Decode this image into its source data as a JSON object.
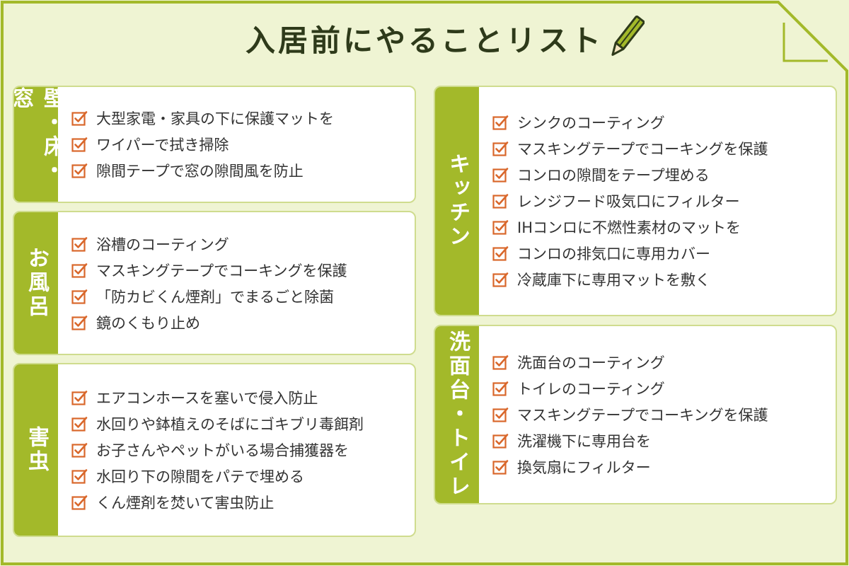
{
  "title": "入居前にやることリスト",
  "colors": {
    "background": "#eff4d3",
    "accent": "#a3b92a",
    "card_border": "#cfdc8e",
    "check": "#d9672b",
    "text": "#333333"
  },
  "icons": {
    "item": "checkbox-check-icon",
    "title": "pencil-icon"
  },
  "sections": {
    "wall": {
      "label": "壁・床・窓",
      "items": [
        "大型家電・家具の下に保護マットを",
        "ワイパーで拭き掃除",
        "隙間テープで窓の隙間風を防止"
      ]
    },
    "bath": {
      "label": "お風呂",
      "items": [
        "浴槽のコーティング",
        "マスキングテープでコーキングを保護",
        "「防カビくん煙剤」でまるごと除菌",
        "鏡のくもり止め"
      ]
    },
    "pest": {
      "label": "害虫",
      "items": [
        "エアコンホースを塞いで侵入防止",
        "水回りや鉢植えのそばにゴキブリ毒餌剤",
        "お子さんやペットがいる場合捕獲器を",
        "水回り下の隙間をパテで埋める",
        "くん煙剤を焚いて害虫防止"
      ]
    },
    "kitchen": {
      "label": "キッチン",
      "items": [
        "シンクのコーティング",
        "マスキングテープでコーキングを保護",
        "コンロの隙間をテープ埋める",
        "レンジフード吸気口にフィルター",
        "IHコンロに不燃性素材のマットを",
        "コンロの排気口に専用カバー",
        "冷蔵庫下に専用マットを敷く"
      ]
    },
    "washroom": {
      "label": "洗面台・トイレ",
      "items": [
        "洗面台のコーティング",
        "トイレのコーティング",
        "マスキングテープでコーキングを保護",
        "洗濯機下に専用台を",
        "換気扇にフィルター"
      ]
    }
  }
}
